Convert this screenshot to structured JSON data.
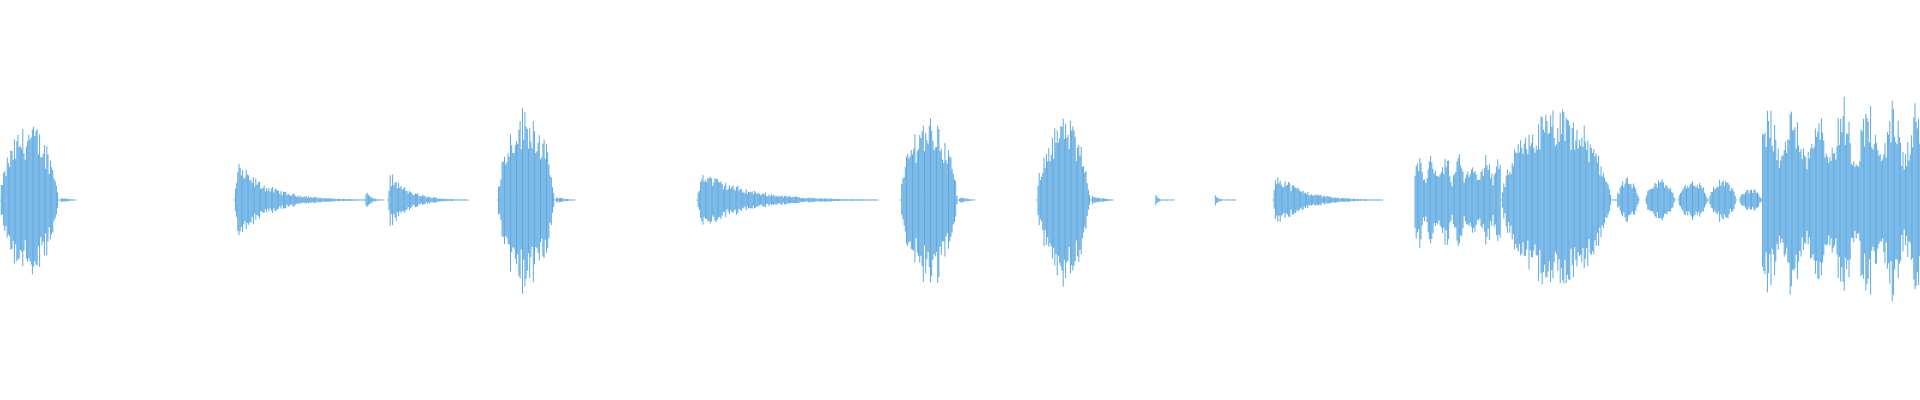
{
  "waveform": {
    "color": "#5DA9E2",
    "background": "#ffffff",
    "segments": [
      {
        "start": 0.0,
        "end": 0.032,
        "amp": 0.57,
        "shape": "burst"
      },
      {
        "start": 0.032,
        "end": 0.04,
        "amp": 0.02,
        "shape": "tail"
      },
      {
        "start": 0.122,
        "end": 0.19,
        "amp": 0.32,
        "shape": "decay"
      },
      {
        "start": 0.19,
        "end": 0.2,
        "amp": 0.1,
        "shape": "decay"
      },
      {
        "start": 0.202,
        "end": 0.244,
        "amp": 0.23,
        "shape": "decay"
      },
      {
        "start": 0.259,
        "end": 0.29,
        "amp": 0.68,
        "shape": "burst"
      },
      {
        "start": 0.29,
        "end": 0.3,
        "amp": 0.02,
        "shape": "tail"
      },
      {
        "start": 0.363,
        "end": 0.458,
        "amp": 0.26,
        "shape": "decay"
      },
      {
        "start": 0.469,
        "end": 0.5,
        "amp": 0.64,
        "shape": "burst"
      },
      {
        "start": 0.5,
        "end": 0.508,
        "amp": 0.02,
        "shape": "tail"
      },
      {
        "start": 0.54,
        "end": 0.569,
        "amp": 0.62,
        "shape": "burst"
      },
      {
        "start": 0.569,
        "end": 0.58,
        "amp": 0.03,
        "shape": "tail"
      },
      {
        "start": 0.602,
        "end": 0.612,
        "amp": 0.04,
        "shape": "tick"
      },
      {
        "start": 0.633,
        "end": 0.644,
        "amp": 0.04,
        "shape": "tick"
      },
      {
        "start": 0.663,
        "end": 0.72,
        "amp": 0.25,
        "shape": "decay"
      },
      {
        "start": 0.737,
        "end": 0.782,
        "amp": 0.37,
        "shape": "sustain"
      },
      {
        "start": 0.782,
        "end": 0.842,
        "amp": 0.66,
        "shape": "burst"
      },
      {
        "start": 0.842,
        "end": 0.854,
        "amp": 0.16,
        "shape": "burst"
      },
      {
        "start": 0.857,
        "end": 0.873,
        "amp": 0.16,
        "shape": "burst"
      },
      {
        "start": 0.874,
        "end": 0.89,
        "amp": 0.16,
        "shape": "burst"
      },
      {
        "start": 0.89,
        "end": 0.905,
        "amp": 0.16,
        "shape": "burst"
      },
      {
        "start": 0.906,
        "end": 0.918,
        "amp": 0.09,
        "shape": "burst"
      },
      {
        "start": 0.918,
        "end": 1.0,
        "amp": 0.76,
        "shape": "sustain"
      }
    ]
  }
}
